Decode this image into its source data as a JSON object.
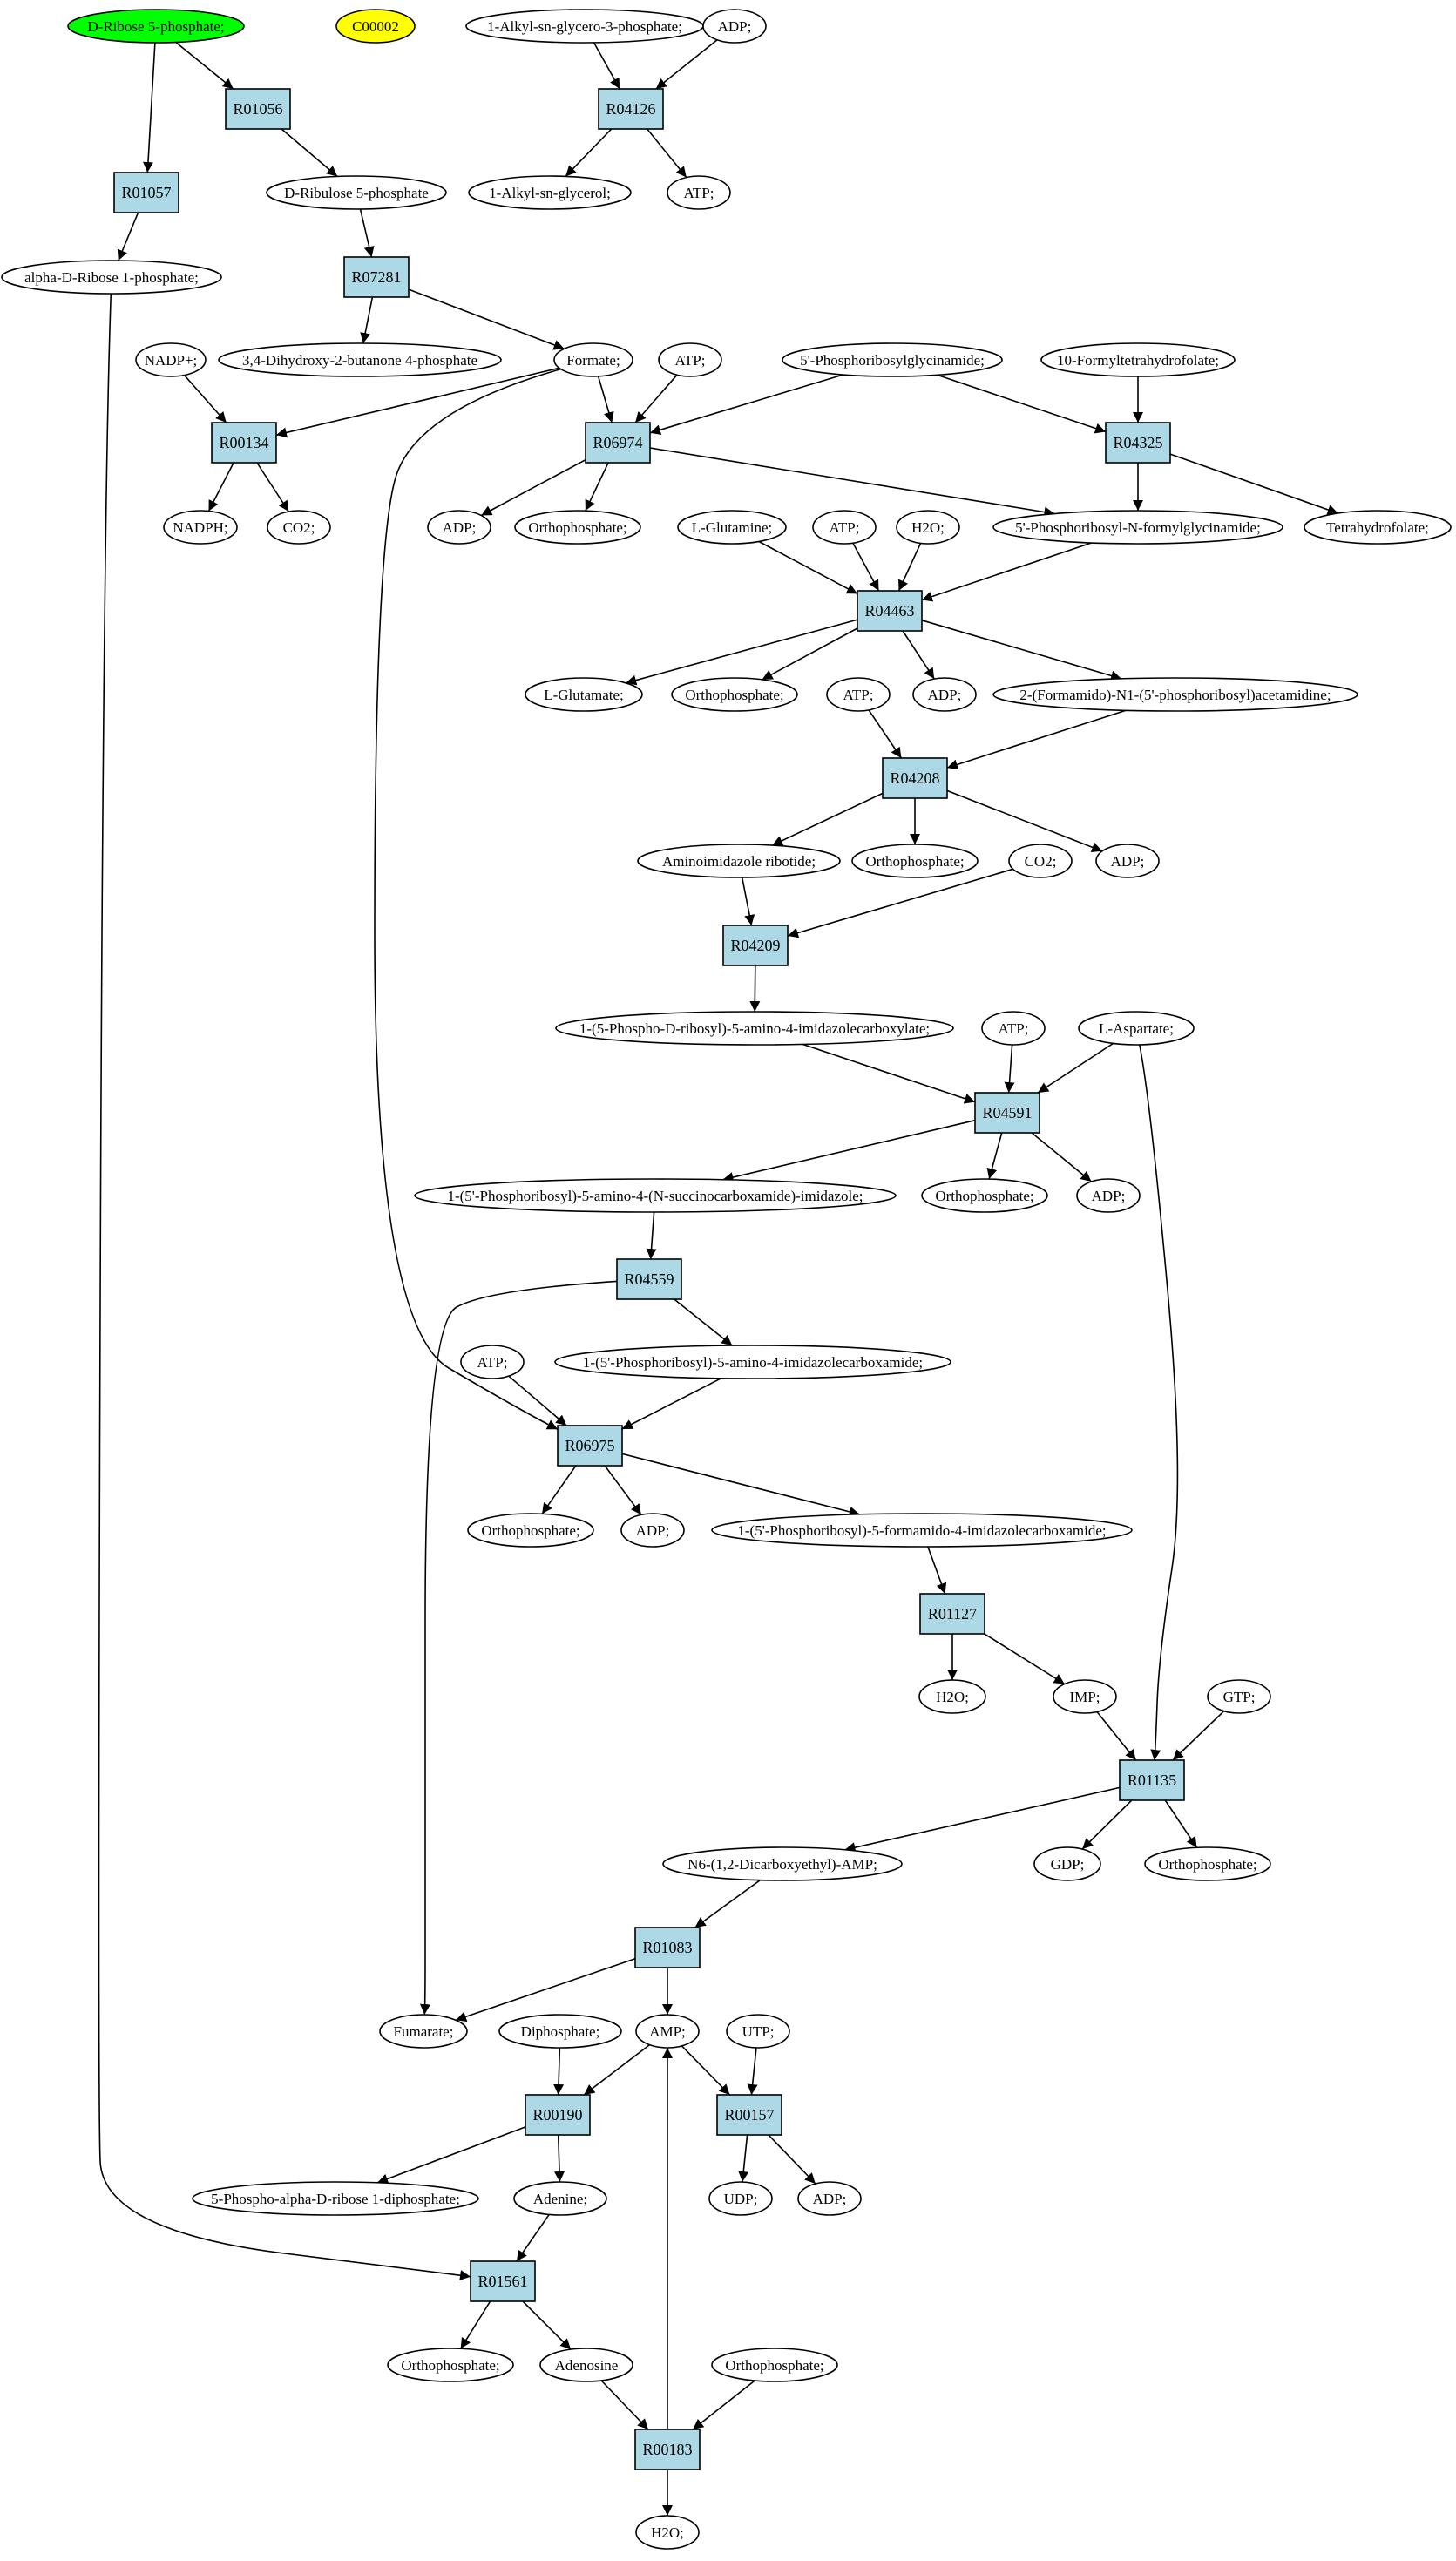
{
  "nodes": {
    "c_d_ribose5p": "D-Ribose 5-phosphate;",
    "c_c00002": "C00002",
    "c_alkylglycero3p": "1-Alkyl-sn-glycero-3-phosphate;",
    "c_adp_top": "ADP;",
    "r_r01056": "R01056",
    "r_r04126": "R04126",
    "r_r01057": "R01057",
    "c_d_ribulose5p": "D-Ribulose 5-phosphate",
    "c_alkylglycerol": "1-Alkyl-sn-glycerol;",
    "c_atp_r04126": "ATP;",
    "c_alpha_ribose1p": "alpha-D-Ribose 1-phosphate;",
    "r_r07281": "R07281",
    "c_dihydroxybutanone": "3,4-Dihydroxy-2-butanone 4-phosphate",
    "c_formate": "Formate;",
    "c_nadp": "NADP+;",
    "c_atp_r06974": "ATP;",
    "c_gar": "5'-Phosphoribosylglycinamide;",
    "c_formylthf": "10-Formyltetrahydrofolate;",
    "r_r00134": "R00134",
    "r_r06974": "R06974",
    "r_r04325": "R04325",
    "c_nadph": "NADPH;",
    "c_co2_r00134": "CO2;",
    "c_adp_r06974": "ADP;",
    "c_pi_r06974": "Orthophosphate;",
    "c_lglutamine": "L-Glutamine;",
    "c_atp_r04463": "ATP;",
    "c_h2o_r04463": "H2O;",
    "c_fgar": "5'-Phosphoribosyl-N-formylglycinamide;",
    "c_thf": "Tetrahydrofolate;",
    "r_r04463": "R04463",
    "c_lglutamate": "L-Glutamate;",
    "c_pi_r04463": "Orthophosphate;",
    "c_adp_r04463": "ADP;",
    "c_atp_r04208": "ATP;",
    "c_fgam": "2-(Formamido)-N1-(5'-phosphoribosyl)acetamidine;",
    "r_r04208": "R04208",
    "c_air": "Aminoimidazole ribotide;",
    "c_pi_r04208": "Orthophosphate;",
    "c_co2_r04209": "CO2;",
    "c_adp_r04208": "ADP;",
    "r_r04209": "R04209",
    "c_cair": "1-(5-Phospho-D-ribosyl)-5-amino-4-imidazolecarboxylate;",
    "c_atp_r04591": "ATP;",
    "c_laspartate": "L-Aspartate;",
    "r_r04591": "R04591",
    "c_saicar": "1-(5'-Phosphoribosyl)-5-amino-4-(N-succinocarboxamide)-imidazole;",
    "c_pi_r04591": "Orthophosphate;",
    "c_adp_r04591": "ADP;",
    "r_r04559": "R04559",
    "c_atp_r06975": "ATP;",
    "c_aicar": "1-(5'-Phosphoribosyl)-5-amino-4-imidazolecarboxamide;",
    "r_r06975": "R06975",
    "c_pi_r06975": "Orthophosphate;",
    "c_adp_r06975": "ADP;",
    "c_faicar": "1-(5'-Phosphoribosyl)-5-formamido-4-imidazolecarboxamide;",
    "r_r01127": "R01127",
    "c_h2o_r01127": "H2O;",
    "c_imp": "IMP;",
    "c_gtp": "GTP;",
    "r_r01135": "R01135",
    "c_adenylosuccinate": "N6-(1,2-Dicarboxyethyl)-AMP;",
    "c_gdp": "GDP;",
    "c_pi_r01135": "Orthophosphate;",
    "r_r01083": "R01083",
    "c_fumarate": "Fumarate;",
    "c_diphosphate": "Diphosphate;",
    "c_amp": "AMP;",
    "c_utp": "UTP;",
    "r_r00190": "R00190",
    "r_r00157": "R00157",
    "c_prpp": "5-Phospho-alpha-D-ribose 1-diphosphate;",
    "c_adenine": "Adenine;",
    "c_udp": "UDP;",
    "c_adp_r00157": "ADP;",
    "r_r01561": "R01561",
    "c_pi_r01561": "Orthophosphate;",
    "c_adenosine": "Adenosine",
    "c_pi_r00183": "Orthophosphate;",
    "r_r00183": "R00183",
    "c_h2o_r00183": "H2O;"
  },
  "colors": {
    "start_compound": "#00ff00",
    "query_compound": "#ffff00",
    "reaction_fill": "#add8e6",
    "compound_fill": "#ffffff"
  }
}
